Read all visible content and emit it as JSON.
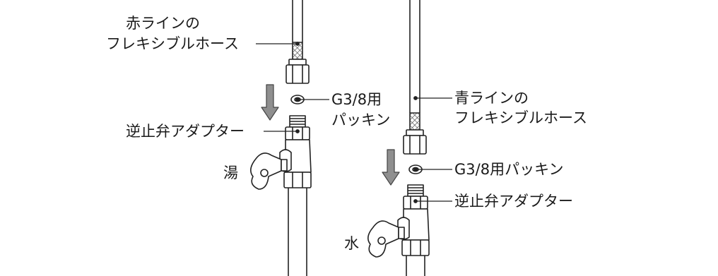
{
  "labels": {
    "red_hose": [
      "赤ラインの",
      "フレキシブルホース"
    ],
    "blue_hose": [
      "青ラインの",
      "フレキシブルホース"
    ],
    "packing_left": [
      "G3/8用",
      "パッキン"
    ],
    "packing_right": "G3/8用パッキン",
    "adapter_left": "逆止弁アダプター",
    "adapter_right": "逆止弁アダプター",
    "hot": "湯",
    "cold": "水"
  },
  "colors": {
    "line": "#222222",
    "arrow": "#8a8a8a",
    "fill": "#ffffff",
    "shade": "#cfcfcf"
  }
}
